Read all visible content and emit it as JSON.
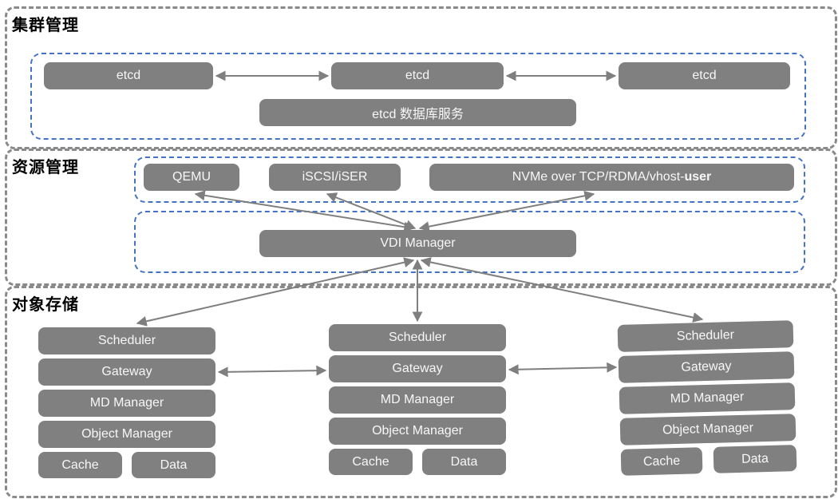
{
  "sections": {
    "cluster": {
      "label": "集群管理",
      "etcd_nodes": [
        "etcd",
        "etcd",
        "etcd"
      ],
      "db_service": "etcd 数据库服务"
    },
    "resource": {
      "label": "资源管理",
      "boxes": {
        "qemu": "QEMU",
        "iscsi": "iSCSI/iSER",
        "nvme_regular": "NVMe over TCP/RDMA/vhost-",
        "nvme_bold": "user",
        "vdi_manager": "VDI Manager"
      }
    },
    "object": {
      "label": "对象存储",
      "columns": [
        {
          "stack": [
            "Scheduler",
            "Gateway",
            "MD Manager",
            "Object Manager"
          ],
          "cache": "Cache",
          "data": "Data"
        },
        {
          "stack": [
            "Scheduler",
            "Gateway",
            "MD Manager",
            "Object Manager"
          ],
          "cache": "Cache",
          "data": "Data"
        },
        {
          "stack": [
            "Scheduler",
            "Gateway",
            "MD Manager",
            "Object Manager"
          ],
          "cache": "Cache",
          "data": "Data"
        }
      ]
    }
  },
  "colors": {
    "box_fill": "#808080",
    "box_text": "#f7f7f7",
    "inner_border_blue": "#4472c4",
    "outer_border_gray": "#8a8a8a",
    "arrow_gray": "#7f7f7f",
    "label_text": "#000000",
    "background": "#ffffff"
  }
}
